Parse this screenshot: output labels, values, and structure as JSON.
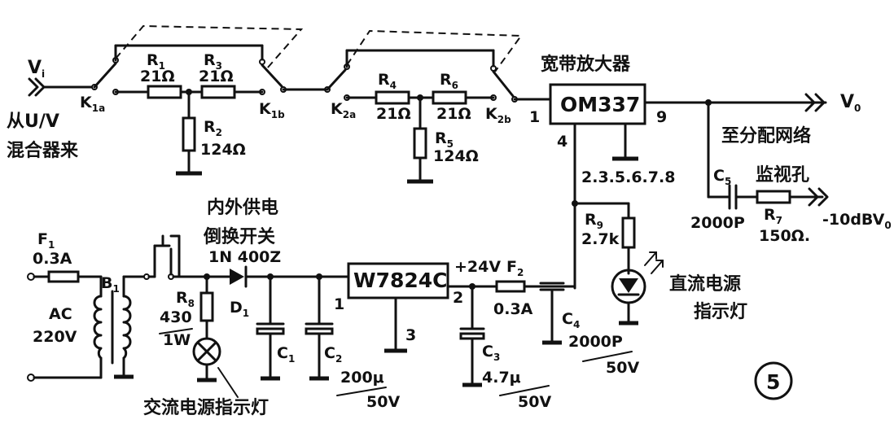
{
  "labels": {
    "vi": "V",
    "vi_sub": "i",
    "source_line1": "从U/V",
    "source_line2": "混合器来",
    "k1a": "K",
    "k1a_sub": "1a",
    "k1b": "K",
    "k1b_sub": "1b",
    "k2a": "K",
    "k2a_sub": "2a",
    "k2b": "K",
    "k2b_sub": "2b",
    "r1": "R",
    "r1_sub": "1",
    "r1_val": "21Ω",
    "r2": "R",
    "r2_sub": "2",
    "r2_val": "124Ω",
    "r3": "R",
    "r3_sub": "3",
    "r3_val": "21Ω",
    "r4": "R",
    "r4_sub": "4",
    "r4_val": "21Ω",
    "r5": "R",
    "r5_sub": "5",
    "r5_val": "124Ω",
    "r6": "R",
    "r6_sub": "6",
    "r6_val": "21Ω",
    "amp_title": "宽带放大器",
    "amp_chip": "OM337",
    "amp_pin_in": "1",
    "amp_pin_out": "9",
    "amp_pin_pwr": "4",
    "amp_gnd_pins": "2.3.5.6.7.8",
    "vo": "V",
    "vo_sub": "0",
    "to_network": "至分配网络",
    "c5": "C",
    "c5_sub": "5",
    "c5_val": "2000P",
    "monitor": "监视孔",
    "r7": "R",
    "r7_sub": "7",
    "r7_val": "150Ω.",
    "monitor_level": "-10dBV",
    "monitor_level_sub": "0",
    "r9": "R",
    "r9_sub": "9",
    "r9_val": "2.7k",
    "dc_indicator_line1": "直流电源",
    "dc_indicator_line2": "指示灯",
    "switch_title_line1": "内外供电",
    "switch_title_line2": "倒换开关",
    "diode_part": "1N 400Z",
    "f1": "F",
    "f1_sub": "1",
    "f1_val": "0.3A",
    "b1": "B",
    "b1_sub": "1",
    "ac": "AC",
    "ac_val": "220V",
    "r8": "R",
    "r8_sub": "8",
    "r8_val": "430",
    "r8_power": "1W",
    "d1": "D",
    "d1_sub": "1",
    "c1": "C",
    "c1_sub": "1",
    "c2": "C",
    "c2_sub": "2",
    "c12_val": "200μ",
    "c12_volt": "50V",
    "reg_chip": "W7824C",
    "reg_pin_in": "1",
    "reg_pin_out": "2",
    "reg_pin_gnd": "3",
    "plus24": "+24V",
    "f2": "F",
    "f2_sub": "2",
    "f2_val": "0.3A",
    "c3": "C",
    "c3_sub": "3",
    "c3_val": "4.7μ",
    "c3_volt": "50V",
    "c4": "C",
    "c4_sub": "4",
    "c4_val": "2000P",
    "c4_volt": "50V",
    "ac_indicator": "交流电源指示灯",
    "figure_no": "5"
  }
}
